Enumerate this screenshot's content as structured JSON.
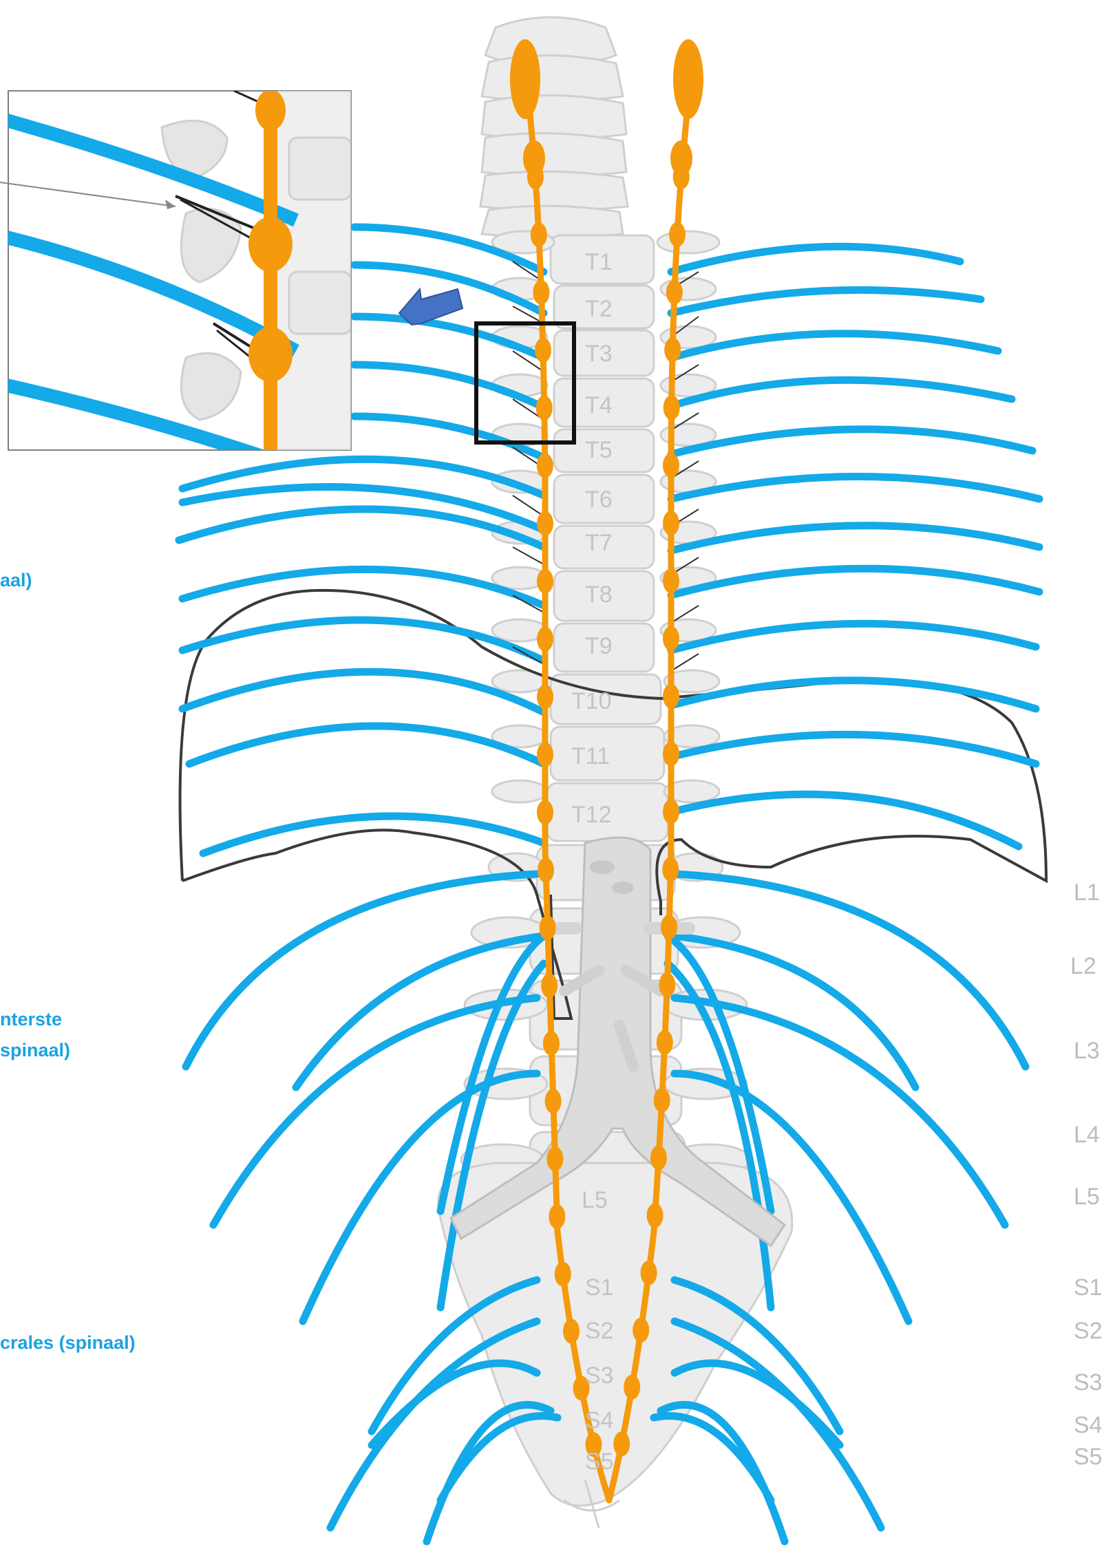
{
  "colors": {
    "nerve_blue": "#14a9e8",
    "chain_orange": "#f59a0c",
    "bone": "#eaeaea",
    "bone_edge": "#cfcfcf",
    "label_grey": "#c4c4c4",
    "blue_label": "#1aa3e0",
    "arrow_blue": "#4472c4"
  },
  "spinal_labels": [
    "T1",
    "T2",
    "T3",
    "T4",
    "T5",
    "T6",
    "T7",
    "T8",
    "T9",
    "T10",
    "T11",
    "T12",
    "L5",
    "S1",
    "S2",
    "S3",
    "S4",
    "S5"
  ],
  "side_labels": [
    "L1",
    "L2",
    "L3",
    "L4",
    "L5",
    "S1",
    "S2",
    "S3",
    "S4",
    "S5"
  ],
  "blue_labels": [
    "aal)",
    "nterste",
    "spinaal)",
    "crales (spinaal)"
  ],
  "icons": [
    "zoom-inset",
    "zoom-arrow-icon",
    "aorta",
    "sympathetic-chain",
    "diaphragm-outline",
    "spine"
  ]
}
